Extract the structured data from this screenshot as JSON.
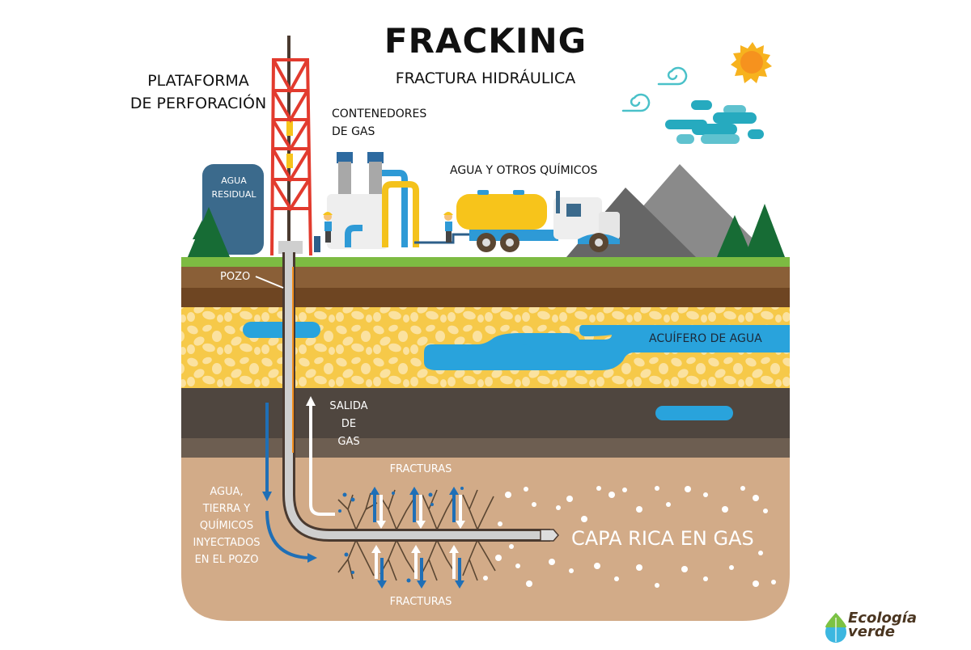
{
  "header": {
    "title": "FRACKING",
    "subtitle": "FRACTURA HIDRÁULICA"
  },
  "labels": {
    "plataforma": "PLATAFORMA\nDE PERFORACIÓN",
    "contenedores": "CONTENEDORES\nDE GAS",
    "agua_quimicos": "AGUA Y OTROS QUÍMICOS",
    "agua_residual": "AGUA\nRESIDUAL",
    "pozo": "POZO",
    "acuifero": "ACUÍFERO DE AGUA",
    "salida_gas": "SALIDA\nDE\nGAS",
    "fracturas_top": "FRACTURAS",
    "fracturas_bottom": "FRACTURAS",
    "inyectados": "AGUA,\nTIERRA Y\nQUÍMICOS\nINYECTADOS\nEN EL POZO",
    "capa_rica": "CAPA RICA EN GAS"
  },
  "logo": {
    "text": "Ecología\n     verde",
    "icon": "leaf-drop-icon"
  },
  "colors": {
    "grass": "#7dbb42",
    "topsoil": "#8a5f37",
    "subsoil": "#6e4522",
    "sand": "#f6c949",
    "sand_spots": "#fbe2a0",
    "aquifer": "#29a3dc",
    "rock_dark": "#4f463f",
    "rock_mid": "#6d5e51",
    "shale": "#d2ab88",
    "derrick": "#e23b2e",
    "tanker": "#f7c41b",
    "pipe_blue": "#2e9ad6",
    "pipe_yellow": "#f4c21c",
    "tank_blue": "#3b6a8c",
    "tree": "#176c35",
    "mountain_dark": "#676767",
    "mountain_light": "#8a8a8a",
    "sun": "#f7a11e",
    "cloud": "#26aabf",
    "arrow_blue": "#1f6fb6",
    "text_dark": "#111111"
  }
}
